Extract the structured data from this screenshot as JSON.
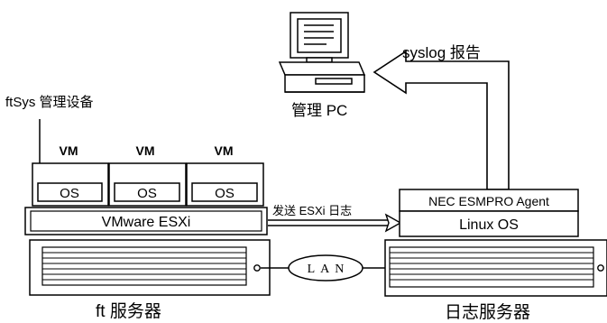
{
  "labels": {
    "pc_caption": "管理 PC",
    "syslog_report": "syslog 报告",
    "ftsys_device": "ftSys 管理设备",
    "vm": [
      "VM",
      "VM",
      "VM"
    ],
    "os": [
      "OS",
      "OS",
      "OS"
    ],
    "vmware": "VMware ESXi",
    "send_log": "发送 ESXi 日志",
    "esmpro_agent": "NEC ESMPRO Agent",
    "linux_os": "Linux OS",
    "lan": "LAN",
    "ft_server": "ft 服务器",
    "log_server": "日志服务器"
  }
}
